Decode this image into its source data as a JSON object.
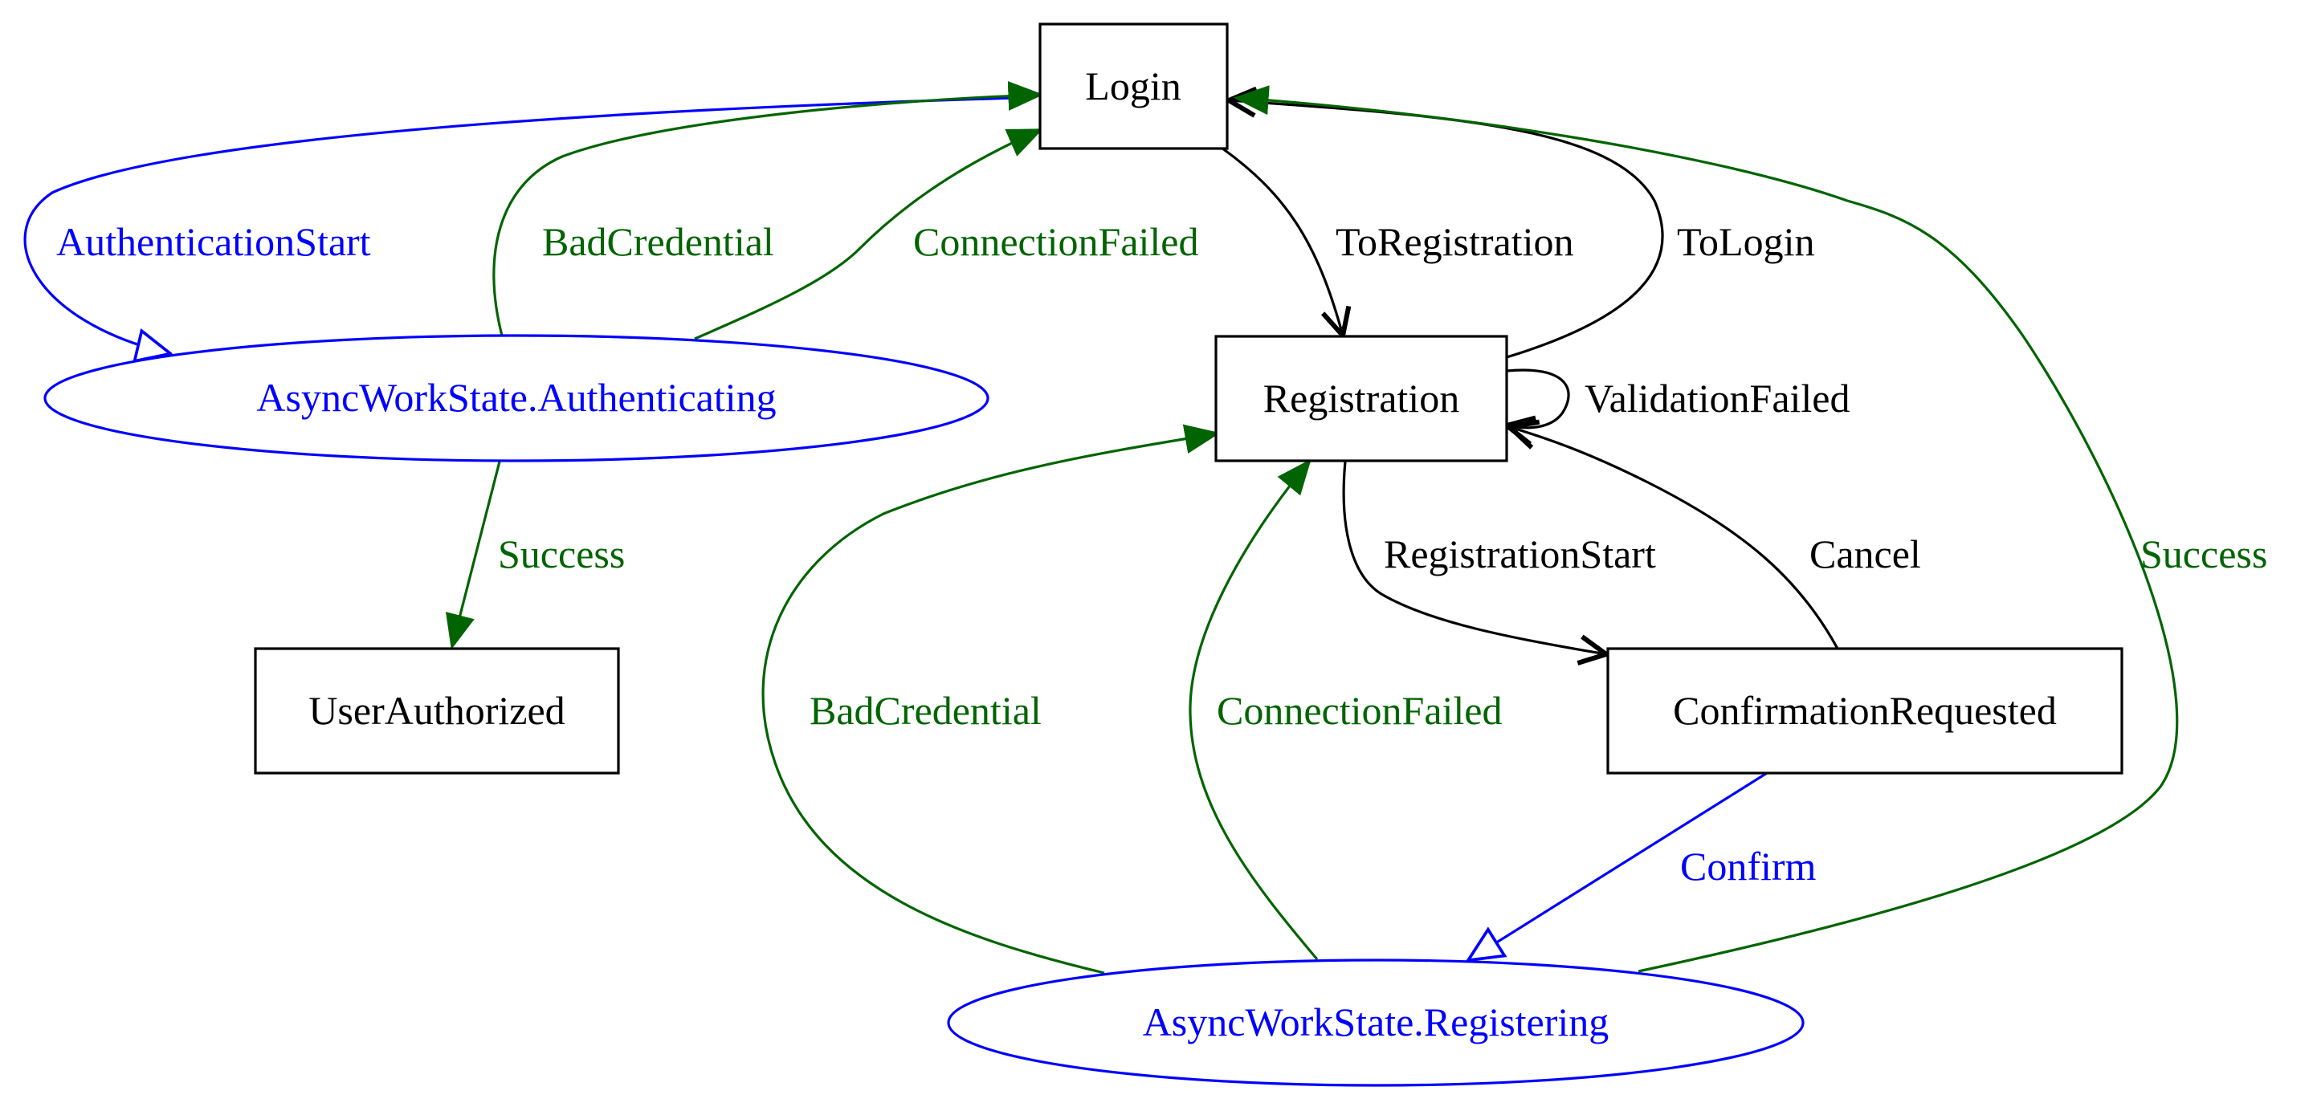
{
  "colors": {
    "black": "#000000",
    "green": "#006400",
    "blue": "#0000ff"
  },
  "nodes": {
    "login": "Login",
    "registration": "Registration",
    "user_authorized": "UserAuthorized",
    "confirmation_requested": "ConfirmationRequested",
    "authenticating": "AsyncWorkState.Authenticating",
    "registering": "AsyncWorkState.Registering"
  },
  "edges": {
    "authentication_start": "AuthenticationStart",
    "bad_credential_auth": "BadCredential",
    "connection_failed_auth": "ConnectionFailed",
    "to_registration": "ToRegistration",
    "to_login": "ToLogin",
    "validation_failed": "ValidationFailed",
    "success_auth": "Success",
    "registration_start": "RegistrationStart",
    "cancel": "Cancel",
    "success_reg": "Success",
    "bad_credential_reg": "BadCredential",
    "connection_failed_reg": "ConnectionFailed",
    "confirm": "Confirm"
  }
}
